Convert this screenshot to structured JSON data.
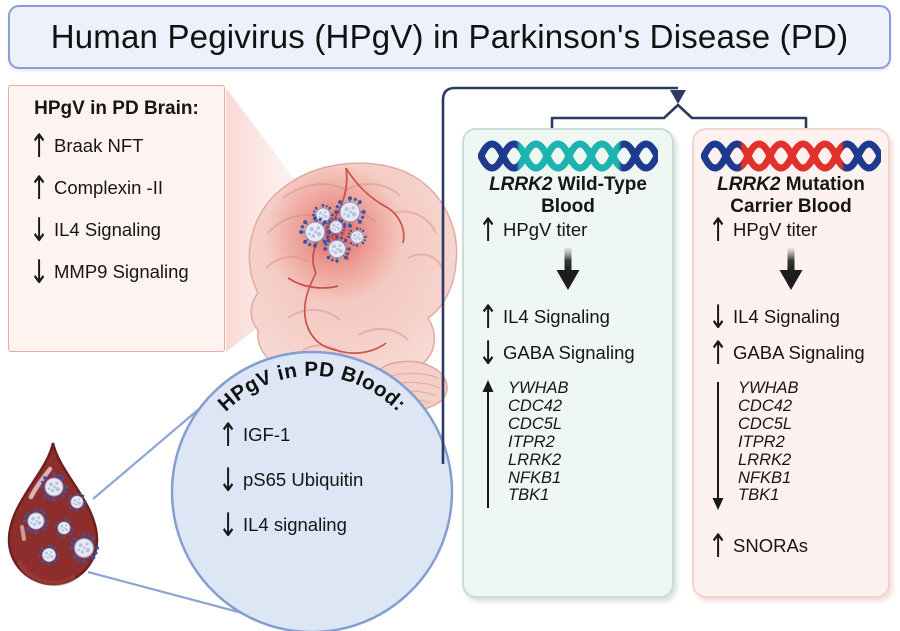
{
  "title": "Human Pegivirus (HPgV) in Parkinson's Disease (PD)",
  "brain_panel": {
    "heading": "HPgV in PD Brain:",
    "items": [
      {
        "arrow": "↑",
        "label": "Braak NFT"
      },
      {
        "arrow": "↑",
        "label": "Complexin -II"
      },
      {
        "arrow": "↓",
        "label": "IL4 Signaling"
      },
      {
        "arrow": "↓",
        "label": "MMP9 Signaling"
      }
    ]
  },
  "blood_circle": {
    "heading": "HPgV in PD Blood:",
    "items": [
      {
        "arrow": "↑",
        "label": "IGF-1"
      },
      {
        "arrow": "↓",
        "label": "pS65 Ubiquitin"
      },
      {
        "arrow": "↓",
        "label": "IL4 signaling"
      }
    ]
  },
  "wild_type_panel": {
    "gene": "LRRK2",
    "title_rest": " Wild-Type Blood",
    "titer": {
      "arrow": "↑",
      "label": "HPgV titer"
    },
    "items": [
      {
        "arrow": "↑",
        "label": "IL4 Signaling"
      },
      {
        "arrow": "↓",
        "label": "GABA Signaling"
      }
    ],
    "genes": [
      "YWHAB",
      "CDC42",
      "CDC5L",
      "ITPR2",
      "LRRK2",
      "NFKB1",
      "TBK1"
    ],
    "gene_trend": "up"
  },
  "mutation_panel": {
    "gene": "LRRK2",
    "title_rest": " Mutation Carrier Blood",
    "titer": {
      "arrow": "↑",
      "label": "HPgV titer"
    },
    "items": [
      {
        "arrow": "↓",
        "label": "IL4 Signaling"
      },
      {
        "arrow": "↑",
        "label": "GABA Signaling"
      }
    ],
    "genes": [
      "YWHAB",
      "CDC42",
      "CDC5L",
      "ITPR2",
      "LRRK2",
      "NFKB1",
      "TBK1"
    ],
    "gene_trend": "down",
    "extra": {
      "arrow": "↑",
      "label": "SNORAs"
    }
  },
  "icons": {
    "virus": "virus-particle-icon",
    "brain": "brain-illustration",
    "blood_drop": "blood-drop-icon",
    "dna_wild": "dna-helix-teal-icon",
    "dna_mutation": "dna-helix-red-icon",
    "magnifier": "magnifier-circle",
    "connector": "blood-to-panels-arrow"
  },
  "colors": {
    "banner_bg": "#edf1fb",
    "banner_border": "#8a9dd8",
    "brainpanel_bg": "#fdf3f1",
    "brainpanel_border": "#eba99e",
    "wt_bg": "#eff7f3",
    "wt_border": "#c9ded6",
    "mut_bg": "#fdf2ef",
    "mut_border": "#f3d4cc",
    "circle_bg": "#dce6f5",
    "circle_border": "#849ed2",
    "navy_connector": "#2f3a63",
    "dna_navy": "#1e3a8f",
    "dna_teal": "#1cb3b0",
    "dna_red": "#e0312a",
    "blood_red": "#8d2e2d",
    "text": "#161616"
  }
}
